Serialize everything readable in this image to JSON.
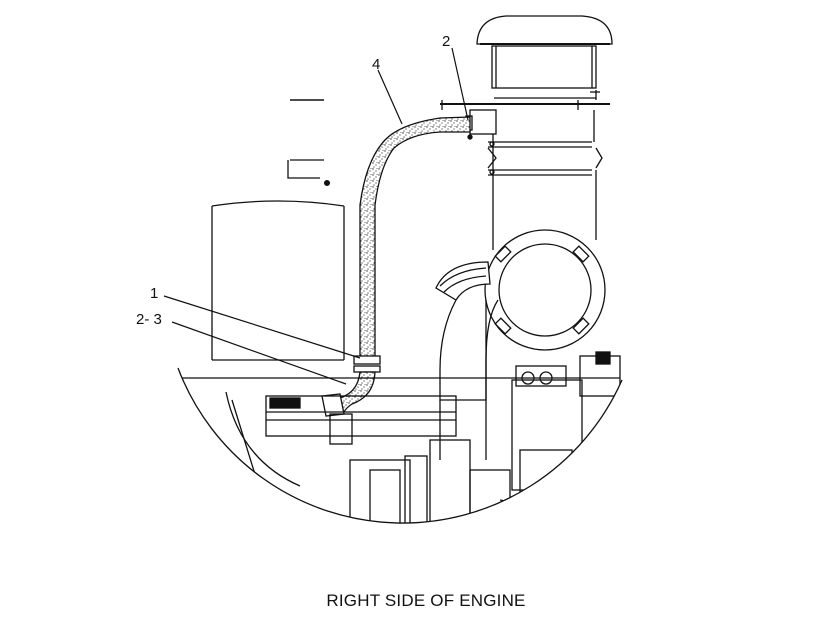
{
  "callouts": {
    "c1": "1",
    "c2": "2",
    "c23": "2- 3",
    "c4": "4"
  },
  "caption": "RIGHT SIDE OF ENGINE",
  "colors": {
    "ink": "#111111",
    "paper": "#ffffff"
  }
}
